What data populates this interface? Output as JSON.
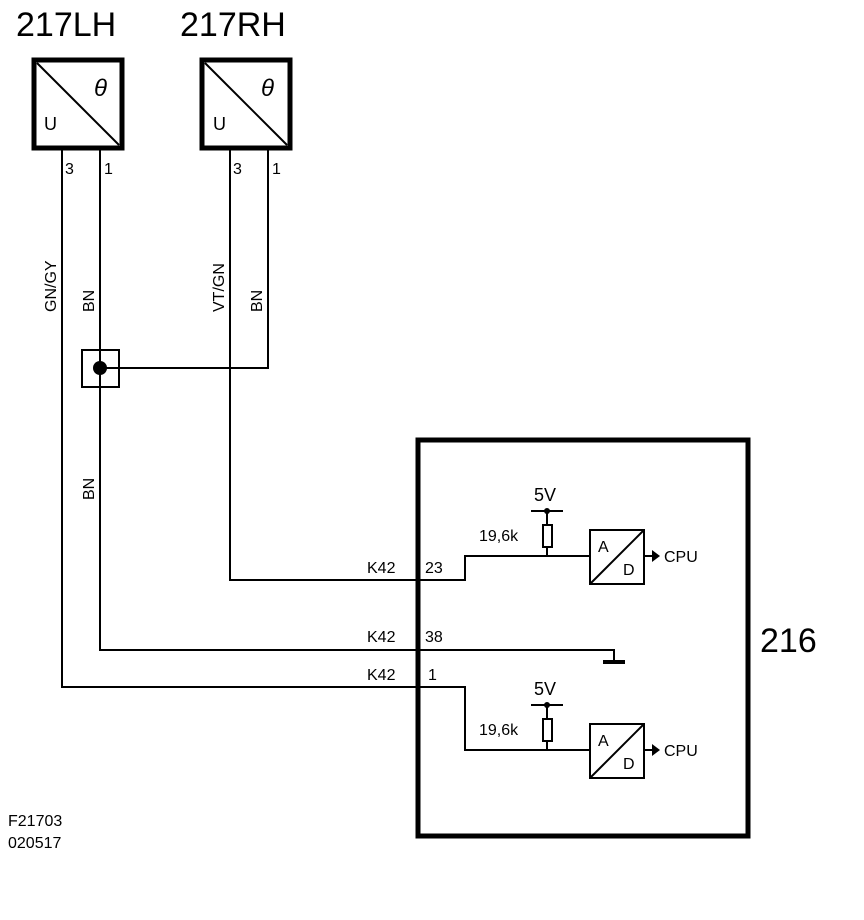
{
  "sensors": {
    "left": {
      "title": "217LH",
      "symbol_top": "θ",
      "symbol_bottom": "U",
      "pin_a": "3",
      "pin_b": "1"
    },
    "right": {
      "title": "217RH",
      "symbol_top": "θ",
      "symbol_bottom": "U",
      "pin_a": "3",
      "pin_b": "1"
    }
  },
  "wires": {
    "left_signal": "GN/GY",
    "left_ground": "BN",
    "right_signal": "VT/GN",
    "right_ground": "BN",
    "common_ground": "BN"
  },
  "ecu": {
    "title": "216",
    "connectors": [
      {
        "name": "K42",
        "pin": "23"
      },
      {
        "name": "K42",
        "pin": "38"
      },
      {
        "name": "K42",
        "pin": "1"
      }
    ],
    "channels": [
      {
        "supply": "5V",
        "resistor": "19,6k",
        "adc_top": "A",
        "adc_bottom": "D",
        "output": "CPU"
      },
      {
        "supply": "5V",
        "resistor": "19,6k",
        "adc_top": "A",
        "adc_bottom": "D",
        "output": "CPU"
      }
    ]
  },
  "footer": {
    "code": "F21703",
    "date": "020517"
  }
}
